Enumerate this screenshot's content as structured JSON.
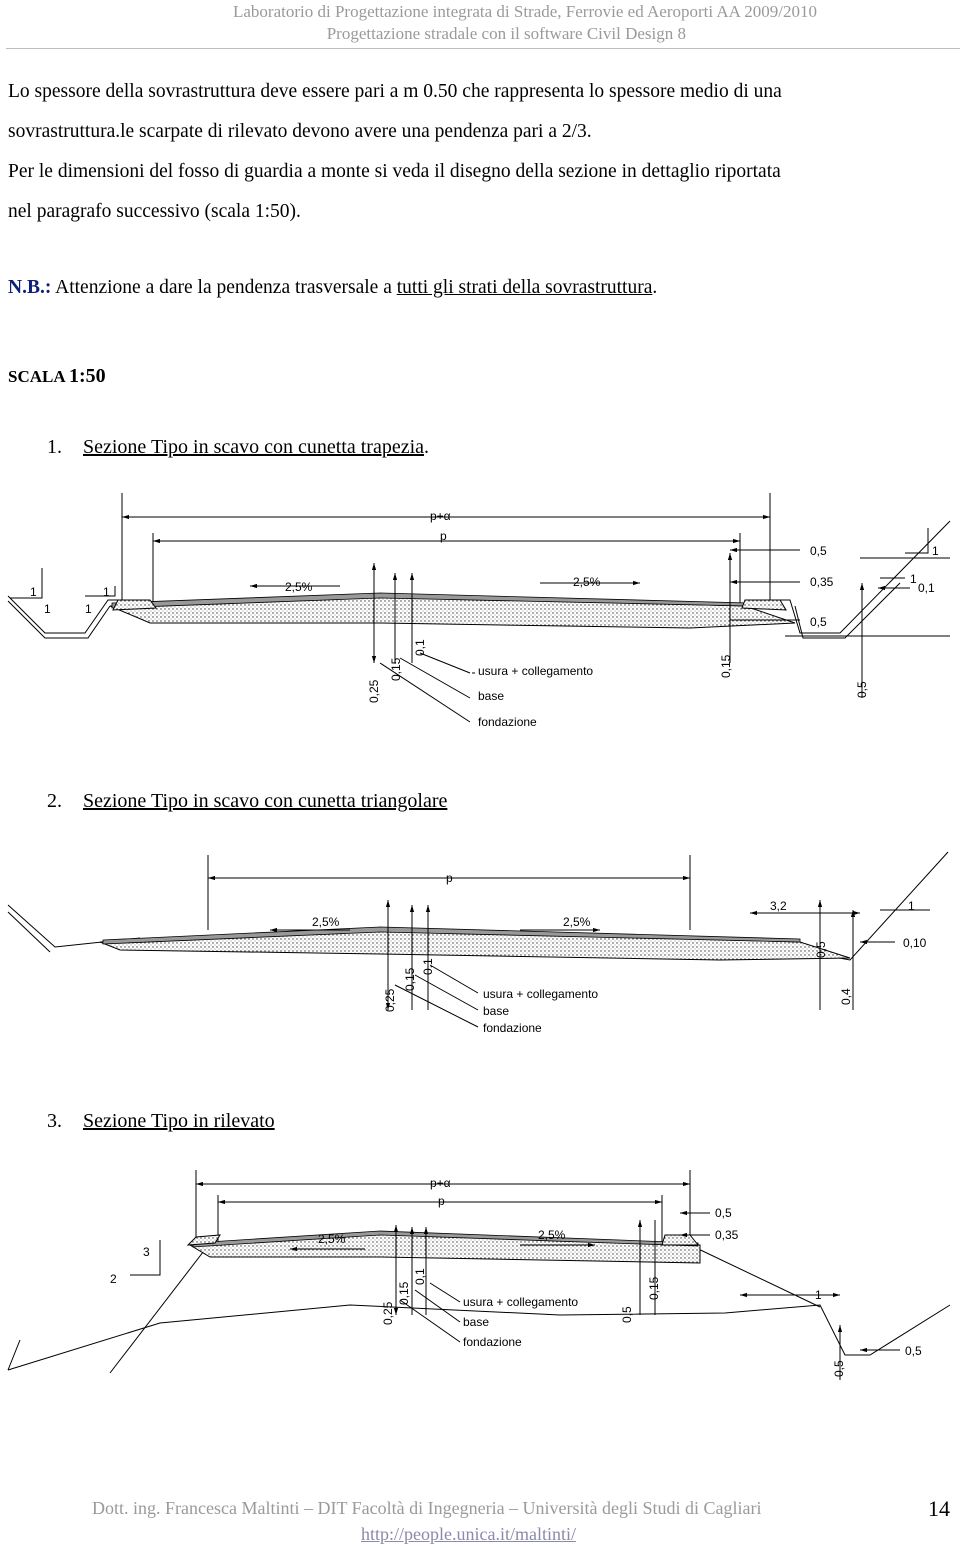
{
  "header": {
    "line1": "Laboratorio di Progettazione integrata di Strade, Ferrovie ed Aeroporti AA 2009/2010",
    "line2": "Progettazione stradale con il software Civil Design 8"
  },
  "body": {
    "para1_line1": "Lo spessore della sovrastruttura deve essere pari a m 0.50 che rappresenta lo spessore medio di una",
    "para1_line2": "sovrastruttura.le scarpate di rilevato devono avere una pendenza pari a 2/3.",
    "para1_line3": "Per le dimensioni del fosso di guardia a monte si veda il disegno della sezione in dettaglio riportata",
    "para1_line4": "nel paragrafo successivo (scala 1:50).",
    "note_label": "N.B.:",
    "note_text": " Attenzione a dare la pendenza trasversale a ",
    "note_underlined": "tutti gli strati della sovrastruttura",
    "note_end": "."
  },
  "scale": {
    "label": "SCALA",
    "value": "1:50"
  },
  "sections": [
    {
      "num": "1.",
      "title": "Sezione Tipo in scavo con cunetta trapezia",
      "trail": "."
    },
    {
      "num": "2.",
      "title": "Sezione Tipo in scavo con cunetta triangolare",
      "trail": ""
    },
    {
      "num": "3.",
      "title": "Sezione Tipo in rilevato",
      "trail": ""
    }
  ],
  "drawing1": {
    "p_alpha": "p+α",
    "p": "p",
    "slope_left": "2,5%",
    "slope_right": "2,5%",
    "d05": "0,5",
    "d035": "0,35",
    "d05b": "0,5",
    "d01": "0,1",
    "d015r": "0,15",
    "d05v": "0,5",
    "one_a": "1",
    "one_b": "1",
    "one_c": "1",
    "one_d": "1",
    "one_e": "1",
    "one_f": "1",
    "t025": "0,25",
    "t015": "0,15",
    "t01": "0,1",
    "l_usura": "usura + collegamento",
    "l_base": "base",
    "l_fond": "fondazione"
  },
  "drawing2": {
    "p": "p",
    "slope_left": "2,5%",
    "slope_right": "2,5%",
    "d32": "3,2",
    "one": "1",
    "d05": "0,5",
    "d010": "0,10",
    "d04": "0,4",
    "t025": "0,25",
    "t015": "0,15",
    "t01": "0,1",
    "l_usura": "usura + collegamento",
    "l_base": "base",
    "l_fond": "fondazione"
  },
  "drawing3": {
    "p_alpha": "p+α",
    "p": "p",
    "slope_left": "2,5%",
    "slope_right": "2,5%",
    "d05": "0,5",
    "d035": "0,35",
    "three": "3",
    "two": "2",
    "one": "1",
    "d05a": "0,5",
    "d015": "0,15",
    "d05b": "0,5",
    "d05c": "0,5",
    "t025": "0,25",
    "t015": "0,15",
    "t01": "0,1",
    "l_usura": "usura + collegamento",
    "l_base": "base",
    "l_fond": "fondazione"
  },
  "footer": {
    "line1": "Dott. ing. Francesca Maltinti – DIT Facoltà di Ingegneria – Università degli Studi di Cagliari",
    "line2": "http://people.unica.it/maltinti/",
    "page": "14"
  }
}
